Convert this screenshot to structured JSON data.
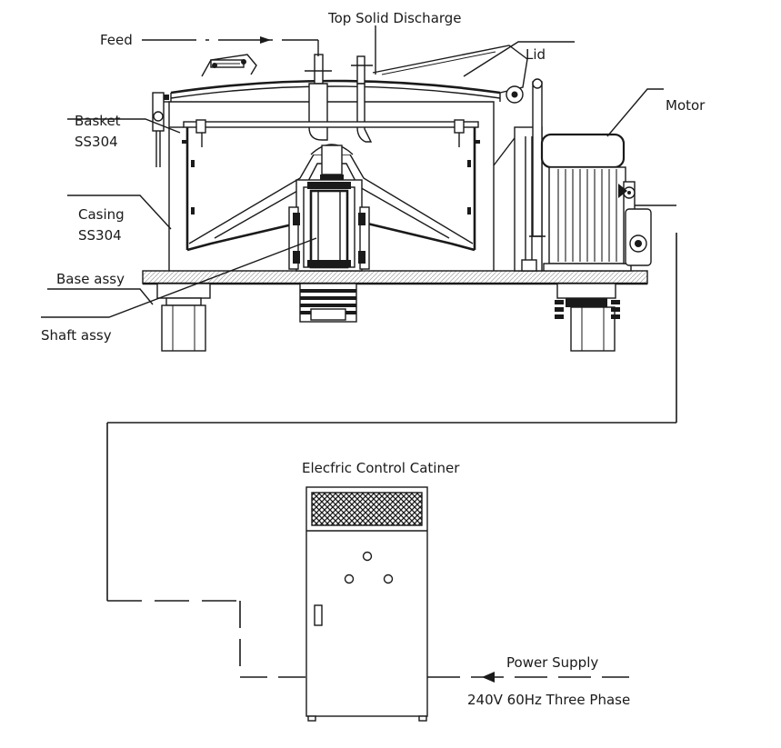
{
  "labels": {
    "top_solid_discharge": "Top Solid Discharge",
    "feed": "Feed",
    "lid": "Lid",
    "motor": "Motor",
    "basket_line1": "Basket",
    "basket_line2": "SS304",
    "casing_line1": "Casing",
    "casing_line2": "SS304",
    "base_assy": "Base assy",
    "shaft_assy": "Shaft assy",
    "control_cabinet": "Elecfric Control Catiner",
    "power_supply": "Power Supply",
    "power_spec": "240V 60Hz Three Phase"
  }
}
